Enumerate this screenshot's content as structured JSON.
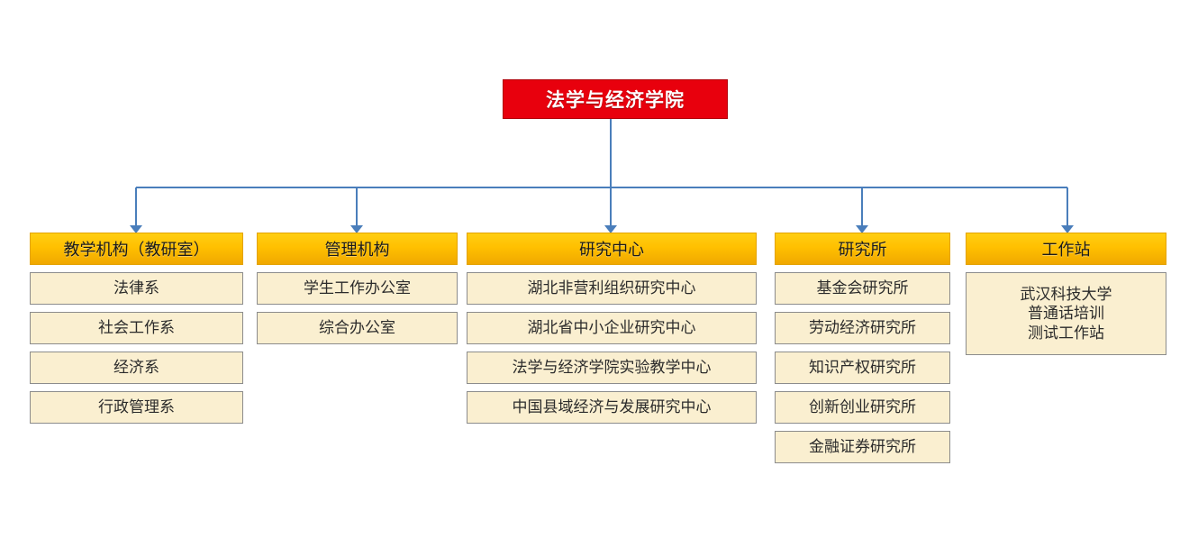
{
  "root": {
    "label": "法学与经济学院",
    "color": "#E8000D",
    "text_color": "#FFFFFF"
  },
  "theme": {
    "header_color": "#FFC000",
    "item_color": "#FAEFD0",
    "item_border": "#8C8C8C",
    "connector_color": "#4A7EBB"
  },
  "columns": [
    {
      "header": "教学机构（教研室）",
      "items": [
        {
          "label": "法律系"
        },
        {
          "label": "社会工作系"
        },
        {
          "label": "经济系"
        },
        {
          "label": "行政管理系"
        }
      ]
    },
    {
      "header": "管理机构",
      "items": [
        {
          "label": "学生工作办公室"
        },
        {
          "label": "综合办公室"
        }
      ]
    },
    {
      "header": "研究中心",
      "items": [
        {
          "label": "湖北非营利组织研究中心"
        },
        {
          "label": "湖北省中小企业研究中心"
        },
        {
          "label": "法学与经济学院实验教学中心"
        },
        {
          "label": "中国县域经济与发展研究中心"
        }
      ]
    },
    {
      "header": "研究所",
      "items": [
        {
          "label": "基金会研究所"
        },
        {
          "label": "劳动经济研究所"
        },
        {
          "label": "知识产权研究所"
        },
        {
          "label": "创新创业研究所"
        },
        {
          "label": "金融证券研究所"
        }
      ]
    },
    {
      "header": "工作站",
      "items": [
        {
          "label": "武汉科技大学\n普通话培训\n测试工作站",
          "tall": true
        }
      ]
    }
  ]
}
